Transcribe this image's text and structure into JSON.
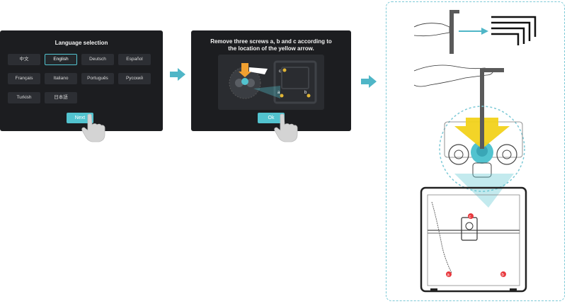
{
  "screen1": {
    "title": "Language selection",
    "languages": [
      "中文",
      "English",
      "Deutsch",
      "Español",
      "Français",
      "Italiano",
      "Português",
      "Русский",
      "Turkish",
      "日本語"
    ],
    "selected": "English",
    "next_label": "Next"
  },
  "screen2": {
    "instruction": "Remove three screws a, b and c according to\nthe location of the yellow arrow.",
    "ok_label": "Ok",
    "screw_labels": [
      "c",
      "a",
      "b"
    ]
  },
  "illustration": {
    "screw_labels": [
      "c",
      "a",
      "b"
    ]
  },
  "colors": {
    "accent": "#52c3cf",
    "screen_bg": "#1c1d20",
    "arrow": "#4fb6c7",
    "yellow": "#f2d21b",
    "marker_red": "#e8383d"
  }
}
